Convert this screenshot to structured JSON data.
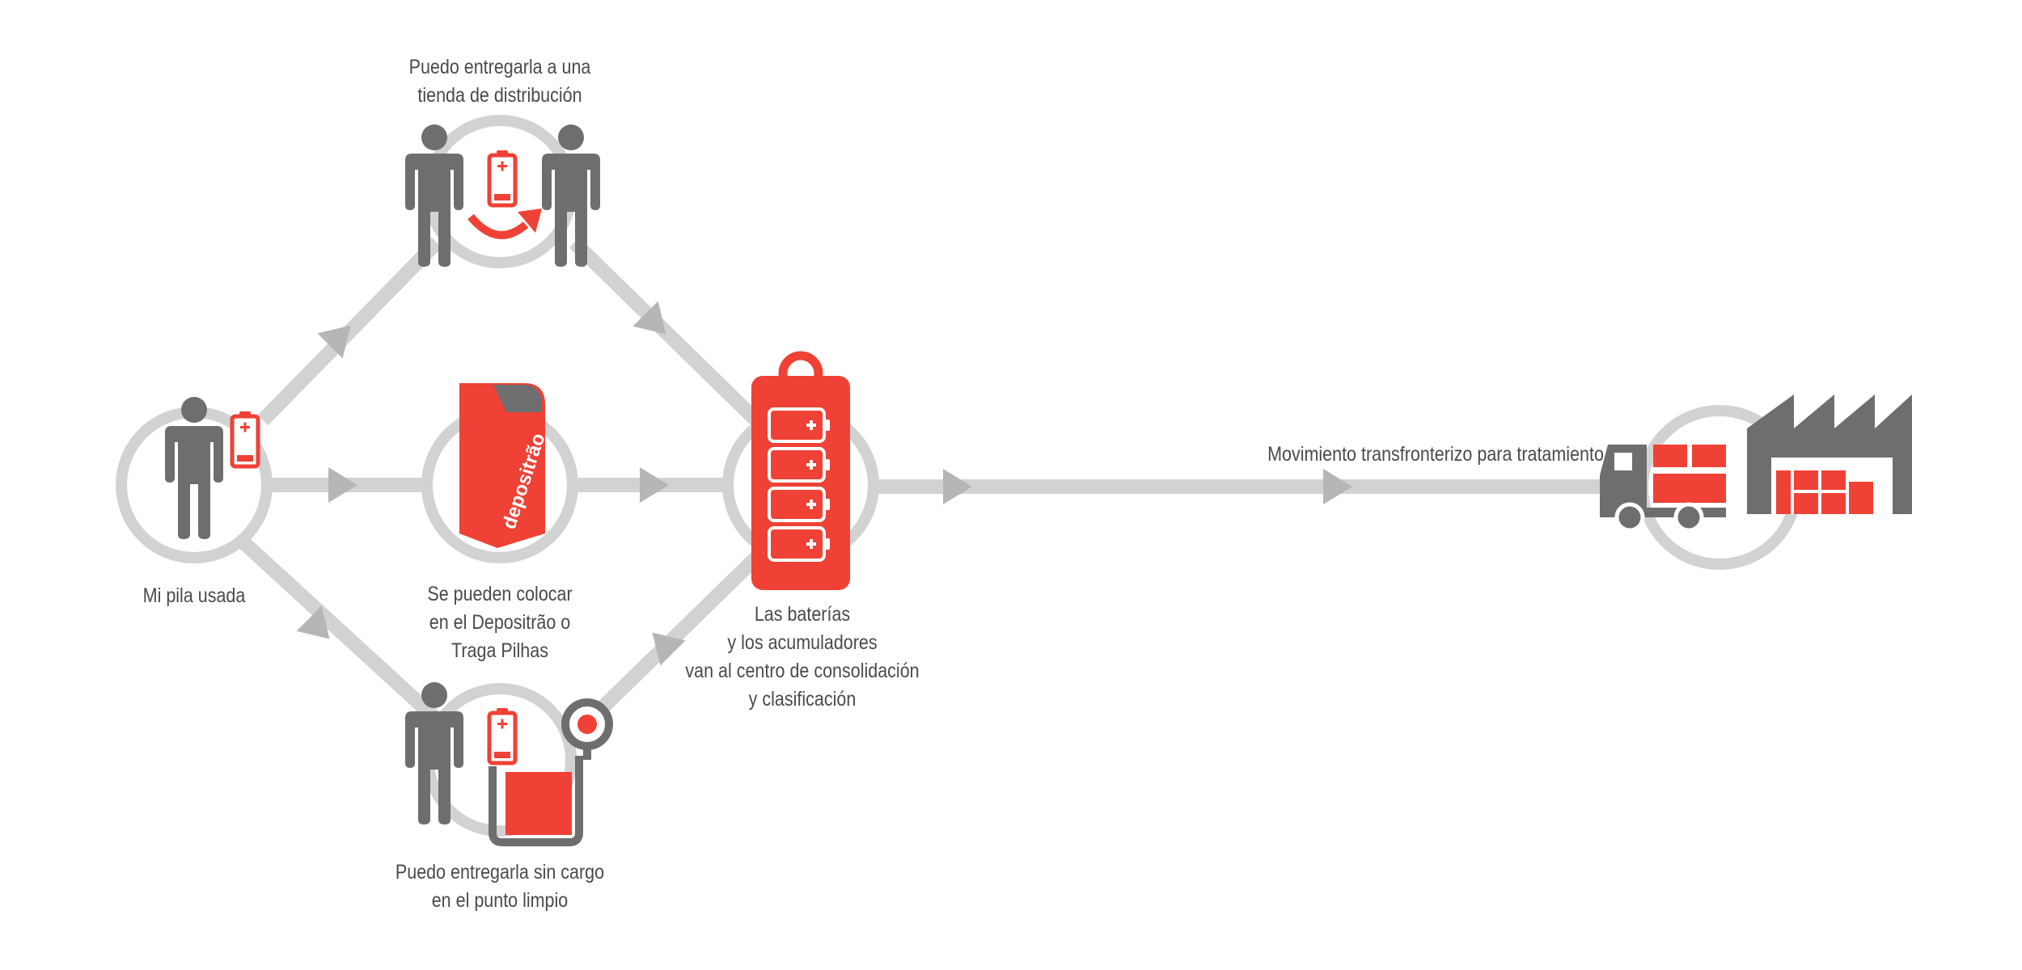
{
  "colors": {
    "accent": "#ef4135",
    "gray": "#6e6e70",
    "path": "#d2d2d3",
    "arrow": "#b6b6b8",
    "text": "#4a4a4a"
  },
  "nodes": {
    "used": {
      "label_lines": [
        "Mi pila usada"
      ]
    },
    "store": {
      "label_lines": [
        "Puedo entregarla a una",
        "tienda de distribución"
      ]
    },
    "depositrao": {
      "label_lines": [
        "Se pueden colocar",
        "en el Depositrão o",
        "Traga Pilhas"
      ],
      "bin_text": "depositrão"
    },
    "free_point": {
      "label_lines": [
        "Puedo entregarla sin cargo",
        "en el punto limpio"
      ]
    },
    "center": {
      "label_lines": [
        "Las baterías",
        "y los acumuladores",
        "van al centro de consolidación",
        "y clasificación"
      ]
    },
    "treatment": {
      "label_lines": [
        "Movimiento transfronterizo para tratamiento"
      ]
    }
  },
  "icons": {
    "person": "person-icon",
    "battery": "battery-icon",
    "bin": "depositrao-bin-icon",
    "rack": "battery-rack-icon",
    "truck": "truck-icon",
    "factory": "factory-icon",
    "bucket": "recycling-point-icon",
    "transfer": "curved-arrow-icon"
  }
}
